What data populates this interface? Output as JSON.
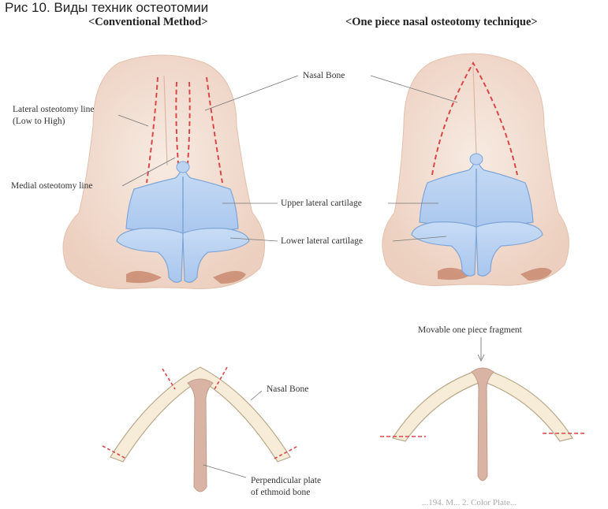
{
  "figure_title": "Рис 10. Виды техник остеотомии",
  "left_panel": {
    "heading": "<Conventional Method>",
    "labels": {
      "lateral_line_1": "Lateral osteotomy line",
      "lateral_line_2": "(Low to High)",
      "medial_line": "Medial osteotomy line",
      "nasal_bone_top": "Nasal Bone",
      "upper_lateral": "Upper lateral cartilage",
      "lower_lateral": "Lower lateral cartilage",
      "nasal_bone_bottom": "Nasal Bone",
      "perp_plate_1": "Perpendicular plate",
      "perp_plate_2": "of ethmoid bone"
    }
  },
  "right_panel": {
    "heading": "<One piece nasal osteotomy technique>",
    "labels": {
      "movable_fragment": "Movable one piece fragment"
    }
  },
  "footer_text": "...194. M... 2. Color Plate...",
  "colors": {
    "skin": "#f3e1d6",
    "skin_shadow": "#e8c7b6",
    "cartilage": "#b8d2f2",
    "cartilage_stroke": "#7ea6d8",
    "osteotomy_line": "#d8474a",
    "bone": "#f6ecd8",
    "bone_stroke": "#b9a98a",
    "plate": "#d9b3a4",
    "nostril": "#c88a6e"
  }
}
